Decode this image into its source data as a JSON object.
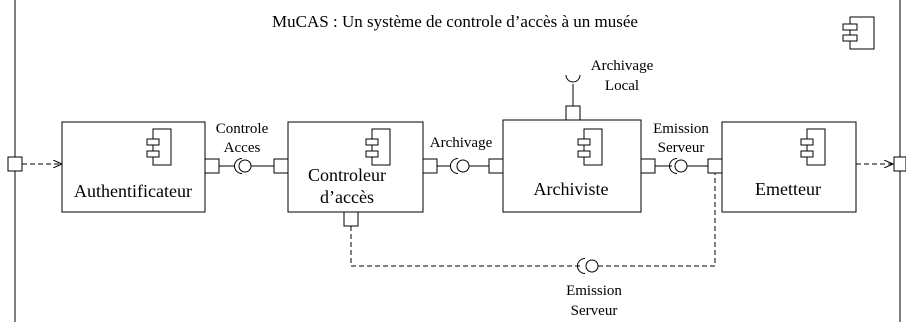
{
  "system": {
    "title": "MuCAS :  Un système de controle d’accès à un musée"
  },
  "components": {
    "authentificateur": "Authentificateur",
    "controleur_line1": "Controleur",
    "controleur_line2": "d’accès",
    "archiviste": "Archiviste",
    "emetteur": "Emetteur"
  },
  "interfaces": {
    "controle_acces_line1": "Controle",
    "controle_acces_line2": "Acces",
    "archivage": "Archivage",
    "archivage_local_line1": "Archivage",
    "archivage_local_line2": "Local",
    "emission_serveur_top_line1": "Emission",
    "emission_serveur_top_line2": "Serveur",
    "emission_serveur_bottom_line1": "Emission",
    "emission_serveur_bottom_line2": "Serveur"
  }
}
